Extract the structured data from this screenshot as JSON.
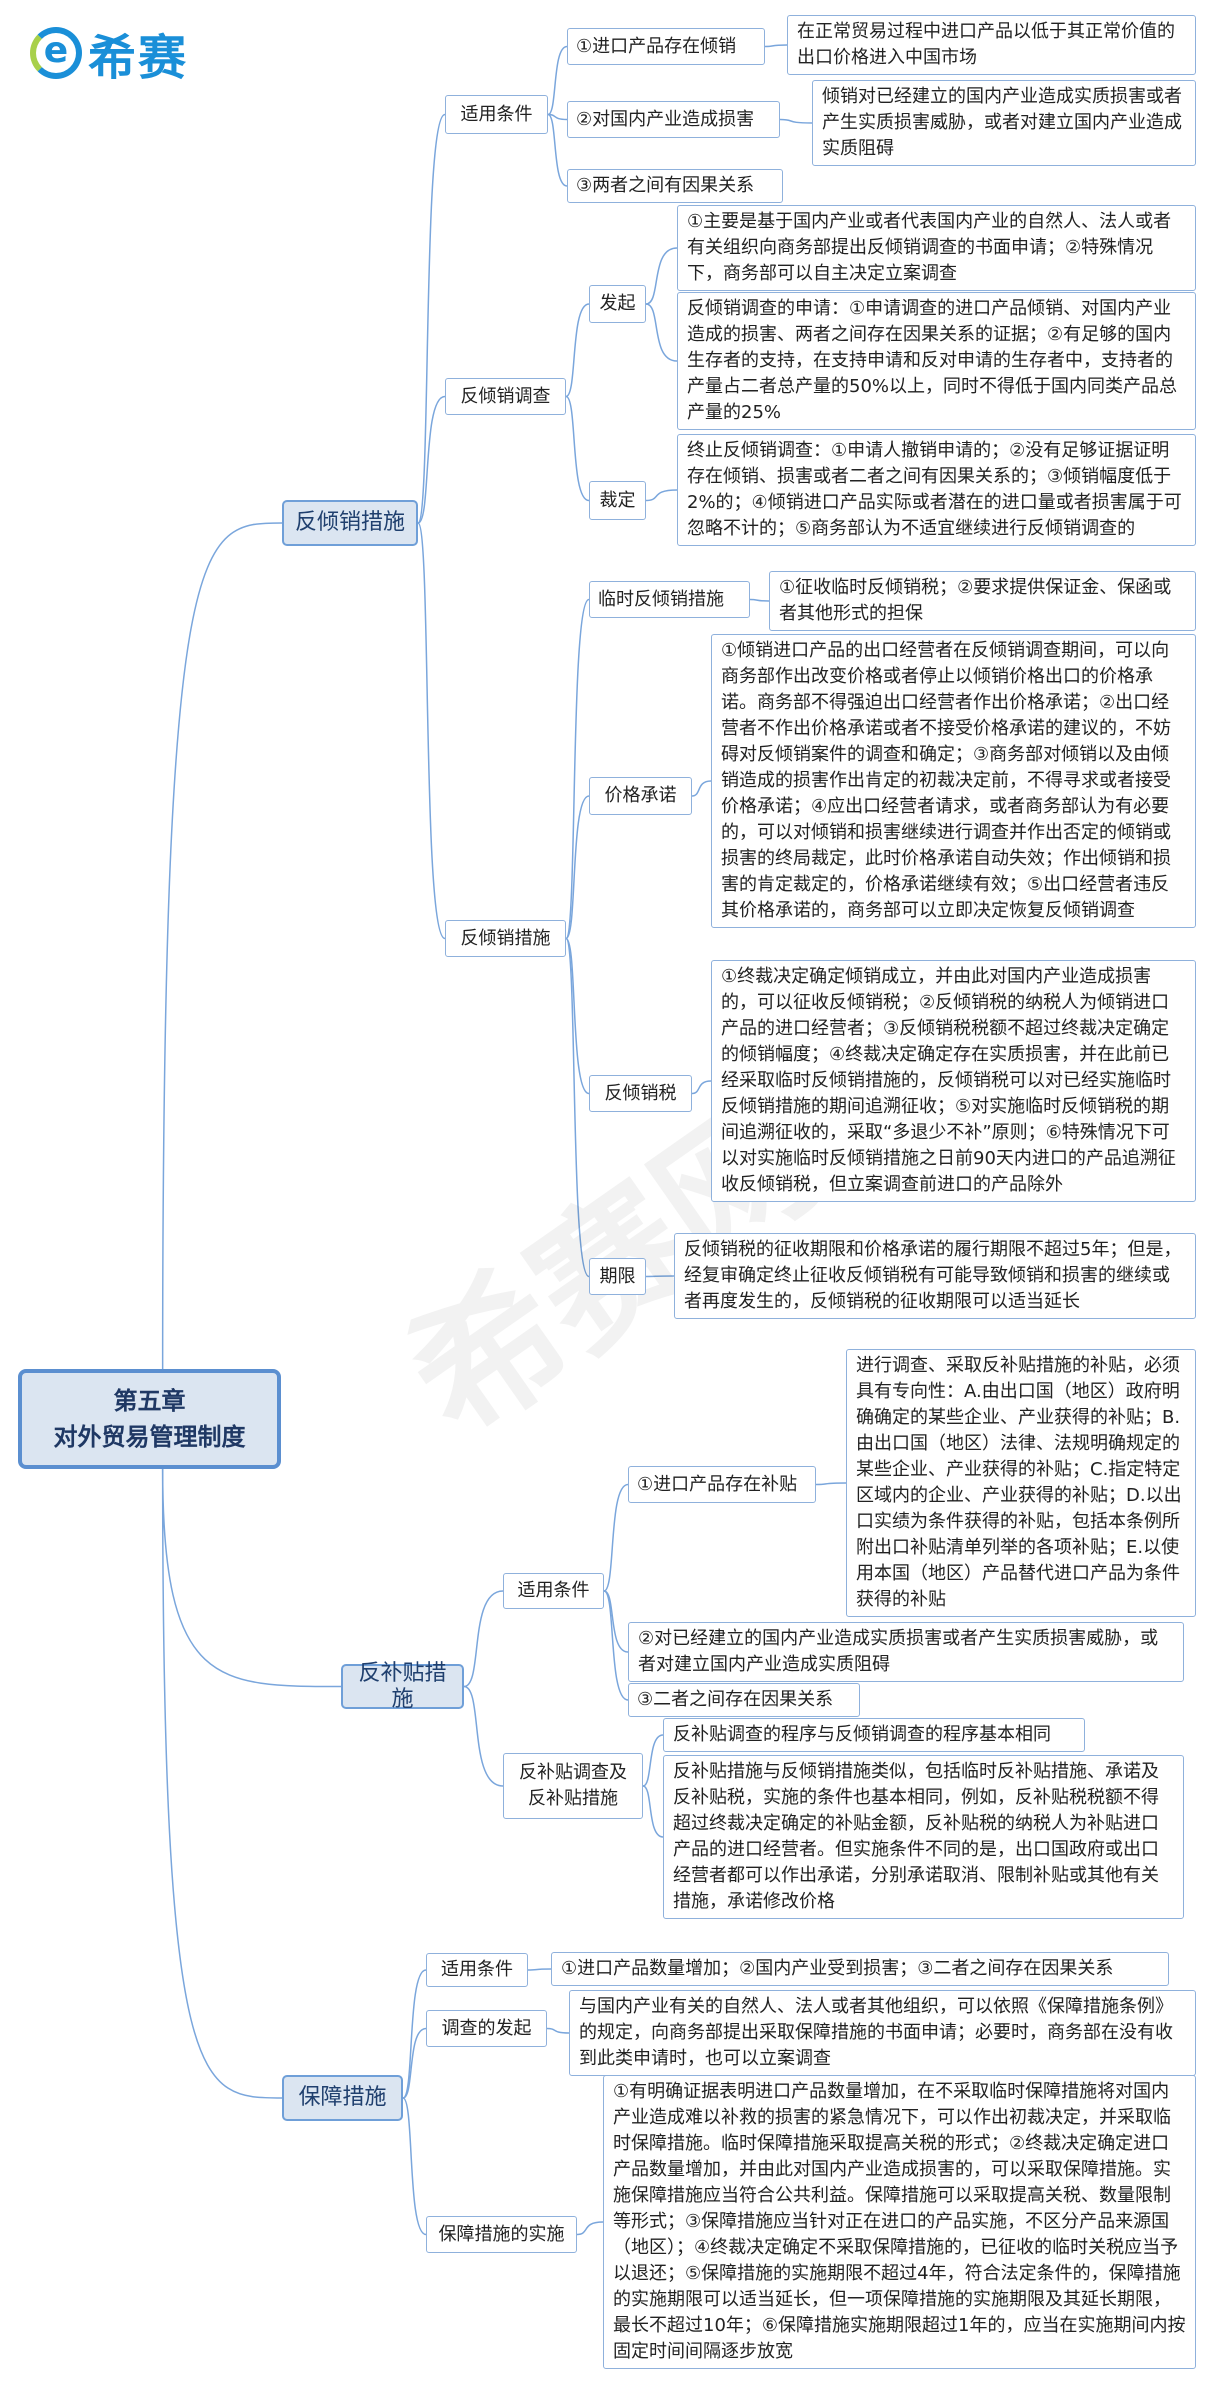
{
  "logo": {
    "mark": "e",
    "text": "希赛"
  },
  "watermark": "希赛网",
  "root": {
    "line1": "第五章",
    "line2": "对外贸易管理制度"
  },
  "colors": {
    "line": "#7aa6dc",
    "box_border": "#8fb1dc",
    "l1_fill": "#dbe5f1",
    "logo": "#1a8fd8"
  },
  "antidumping": {
    "label": "反倾销措施",
    "conditions": {
      "label": "适用条件",
      "c1": "①进口产品存在倾销",
      "c1_detail": "在正常贸易过程中进口产品以低于其正常价值的出口价格进入中国市场",
      "c2": "②对国内产业造成损害",
      "c2_detail": "倾销对已经建立的国内产业造成实质损害或者产生实质损害威胁，或者对建立国内产业造成实质阻碍",
      "c3": "③两者之间有因果关系"
    },
    "investigation": {
      "label": "反倾销调查",
      "initiate": "发起",
      "initiate_d1": "①主要是基于国内产业或者代表国内产业的自然人、法人或者有关组织向商务部提出反倾销调查的书面申请；②特殊情况下，商务部可以自主决定立案调查",
      "initiate_d2": "反倾销调查的申请：①申请调查的进口产品倾销、对国内产业造成的损害、两者之间存在因果关系的证据；②有足够的国内生存者的支持，在支持申请和反对申请的生存者中，支持者的产量占二者总产量的50%以上，同时不得低于国内同类产品总产量的25%",
      "ruling": "裁定",
      "ruling_d": "终止反倾销调查：①申请人撤销申请的；②没有足够证据证明存在倾销、损害或者二者之间有因果关系的；③倾销幅度低于2%的；④倾销进口产品实际或者潜在的进口量或者损害属于可忽略不计的；⑤商务部认为不适宜继续进行反倾销调查的"
    },
    "measures": {
      "label": "反倾销措施",
      "temp": "临时反倾销措施",
      "temp_d": "①征收临时反倾销税；②要求提供保证金、保函或者其他形式的担保",
      "price": "价格承诺",
      "price_d": "①倾销进口产品的出口经营者在反倾销调查期间，可以向商务部作出改变价格或者停止以倾销价格出口的价格承诺。商务部不得强迫出口经营者作出价格承诺；②出口经营者不作出价格承诺或者不接受价格承诺的建议的，不妨碍对反倾销案件的调查和确定；③商务部对倾销以及由倾销造成的损害作出肯定的初裁决定前，不得寻求或者接受价格承诺；④应出口经营者请求，或者商务部认为有必要的，可以对倾销和损害继续进行调查并作出否定的倾销或损害的终局裁定，此时价格承诺自动失效；作出倾销和损害的肯定裁定的，价格承诺继续有效；⑤出口经营者违反其价格承诺的，商务部可以立即决定恢复反倾销调查",
      "duty": "反倾销税",
      "duty_d": "①终裁决定确定倾销成立，并由此对国内产业造成损害的，可以征收反倾销税；②反倾销税的纳税人为倾销进口产品的进口经营者；③反倾销税税额不超过终裁决定确定的倾销幅度；④终裁决定确定存在实质损害，并在此前已经采取临时反倾销措施的，反倾销税可以对已经实施临时反倾销措施的期间追溯征收；⑤对实施临时反倾销税的期间追溯征收的，采取“多退少不补”原则；⑥特殊情况下可以对实施临时反倾销措施之日前90天内进口的产品追溯征收反倾销税，但立案调查前进口的产品除外",
      "term": "期限",
      "term_d": "反倾销税的征收期限和价格承诺的履行期限不超过5年；但是，经复审确定终止征收反倾销税有可能导致倾销和损害的继续或者再度发生的，反倾销税的征收期限可以适当延长"
    }
  },
  "countervailing": {
    "label": "反补贴措施",
    "conditions": {
      "label": "适用条件",
      "c1": "①进口产品存在补贴",
      "c1_detail": "进行调查、采取反补贴措施的补贴，必须具有专向性：A.由出口国（地区）政府明确确定的某些企业、产业获得的补贴；B.由出口国（地区）法律、法规明确规定的某些企业、产业获得的补贴；C.指定特定区域内的企业、产业获得的补贴；D.以出口实绩为条件获得的补贴，包括本条例所附出口补贴清单列举的各项补贴；E.以使用本国（地区）产品替代进口产品为条件获得的补贴",
      "c2": "②对已经建立的国内产业造成实质损害或者产生实质损害威胁，或者对建立国内产业造成实质阻碍",
      "c3": "③二者之间存在因果关系"
    },
    "investigation": {
      "label": "反补贴调查及反补贴措施",
      "d1": "反补贴调查的程序与反倾销调查的程序基本相同",
      "d2": "反补贴措施与反倾销措施类似，包括临时反补贴措施、承诺及反补贴税，实施的条件也基本相同，例如，反补贴税税额不得超过终裁决定确定的补贴金额，反补贴税的纳税人为补贴进口产品的进口经营者。但实施条件不同的是，出口国政府或出口经营者都可以作出承诺，分别承诺取消、限制补贴或其他有关措施，承诺修改价格"
    }
  },
  "safeguard": {
    "label": "保障措施",
    "conditions": "适用条件",
    "conditions_d": "①进口产品数量增加；②国内产业受到损害；③二者之间存在因果关系",
    "initiate": "调查的发起",
    "initiate_d": "与国内产业有关的自然人、法人或者其他组织，可以依照《保障措施条例》的规定，向商务部提出采取保障措施的书面申请；必要时，商务部在没有收到此类申请时，也可以立案调查",
    "implement": "保障措施的实施",
    "implement_d": "①有明确证据表明进口产品数量增加，在不采取临时保障措施将对国内产业造成难以补救的损害的紧急情况下，可以作出初裁决定，并采取临时保障措施。临时保障措施采取提高关税的形式；②终裁决定确定进口产品数量增加，并由此对国内产业造成损害的，可以采取保障措施。实施保障措施应当符合公共利益。保障措施可以采取提高关税、数量限制等形式；③保障措施应当针对正在进口的产品实施，不区分产品来源国（地区）；④终裁决定确定不采取保障措施的，已征收的临时关税应当予以退还；⑤保障措施的实施期限不超过4年，符合法定条件的，保障措施的实施期限可以适当延长，但一项保障措施的实施期限及其延长期限，最长不超过10年；⑥保障措施实施期限超过1年的，应当在实施期间内按固定时间间隔逐步放宽"
  }
}
